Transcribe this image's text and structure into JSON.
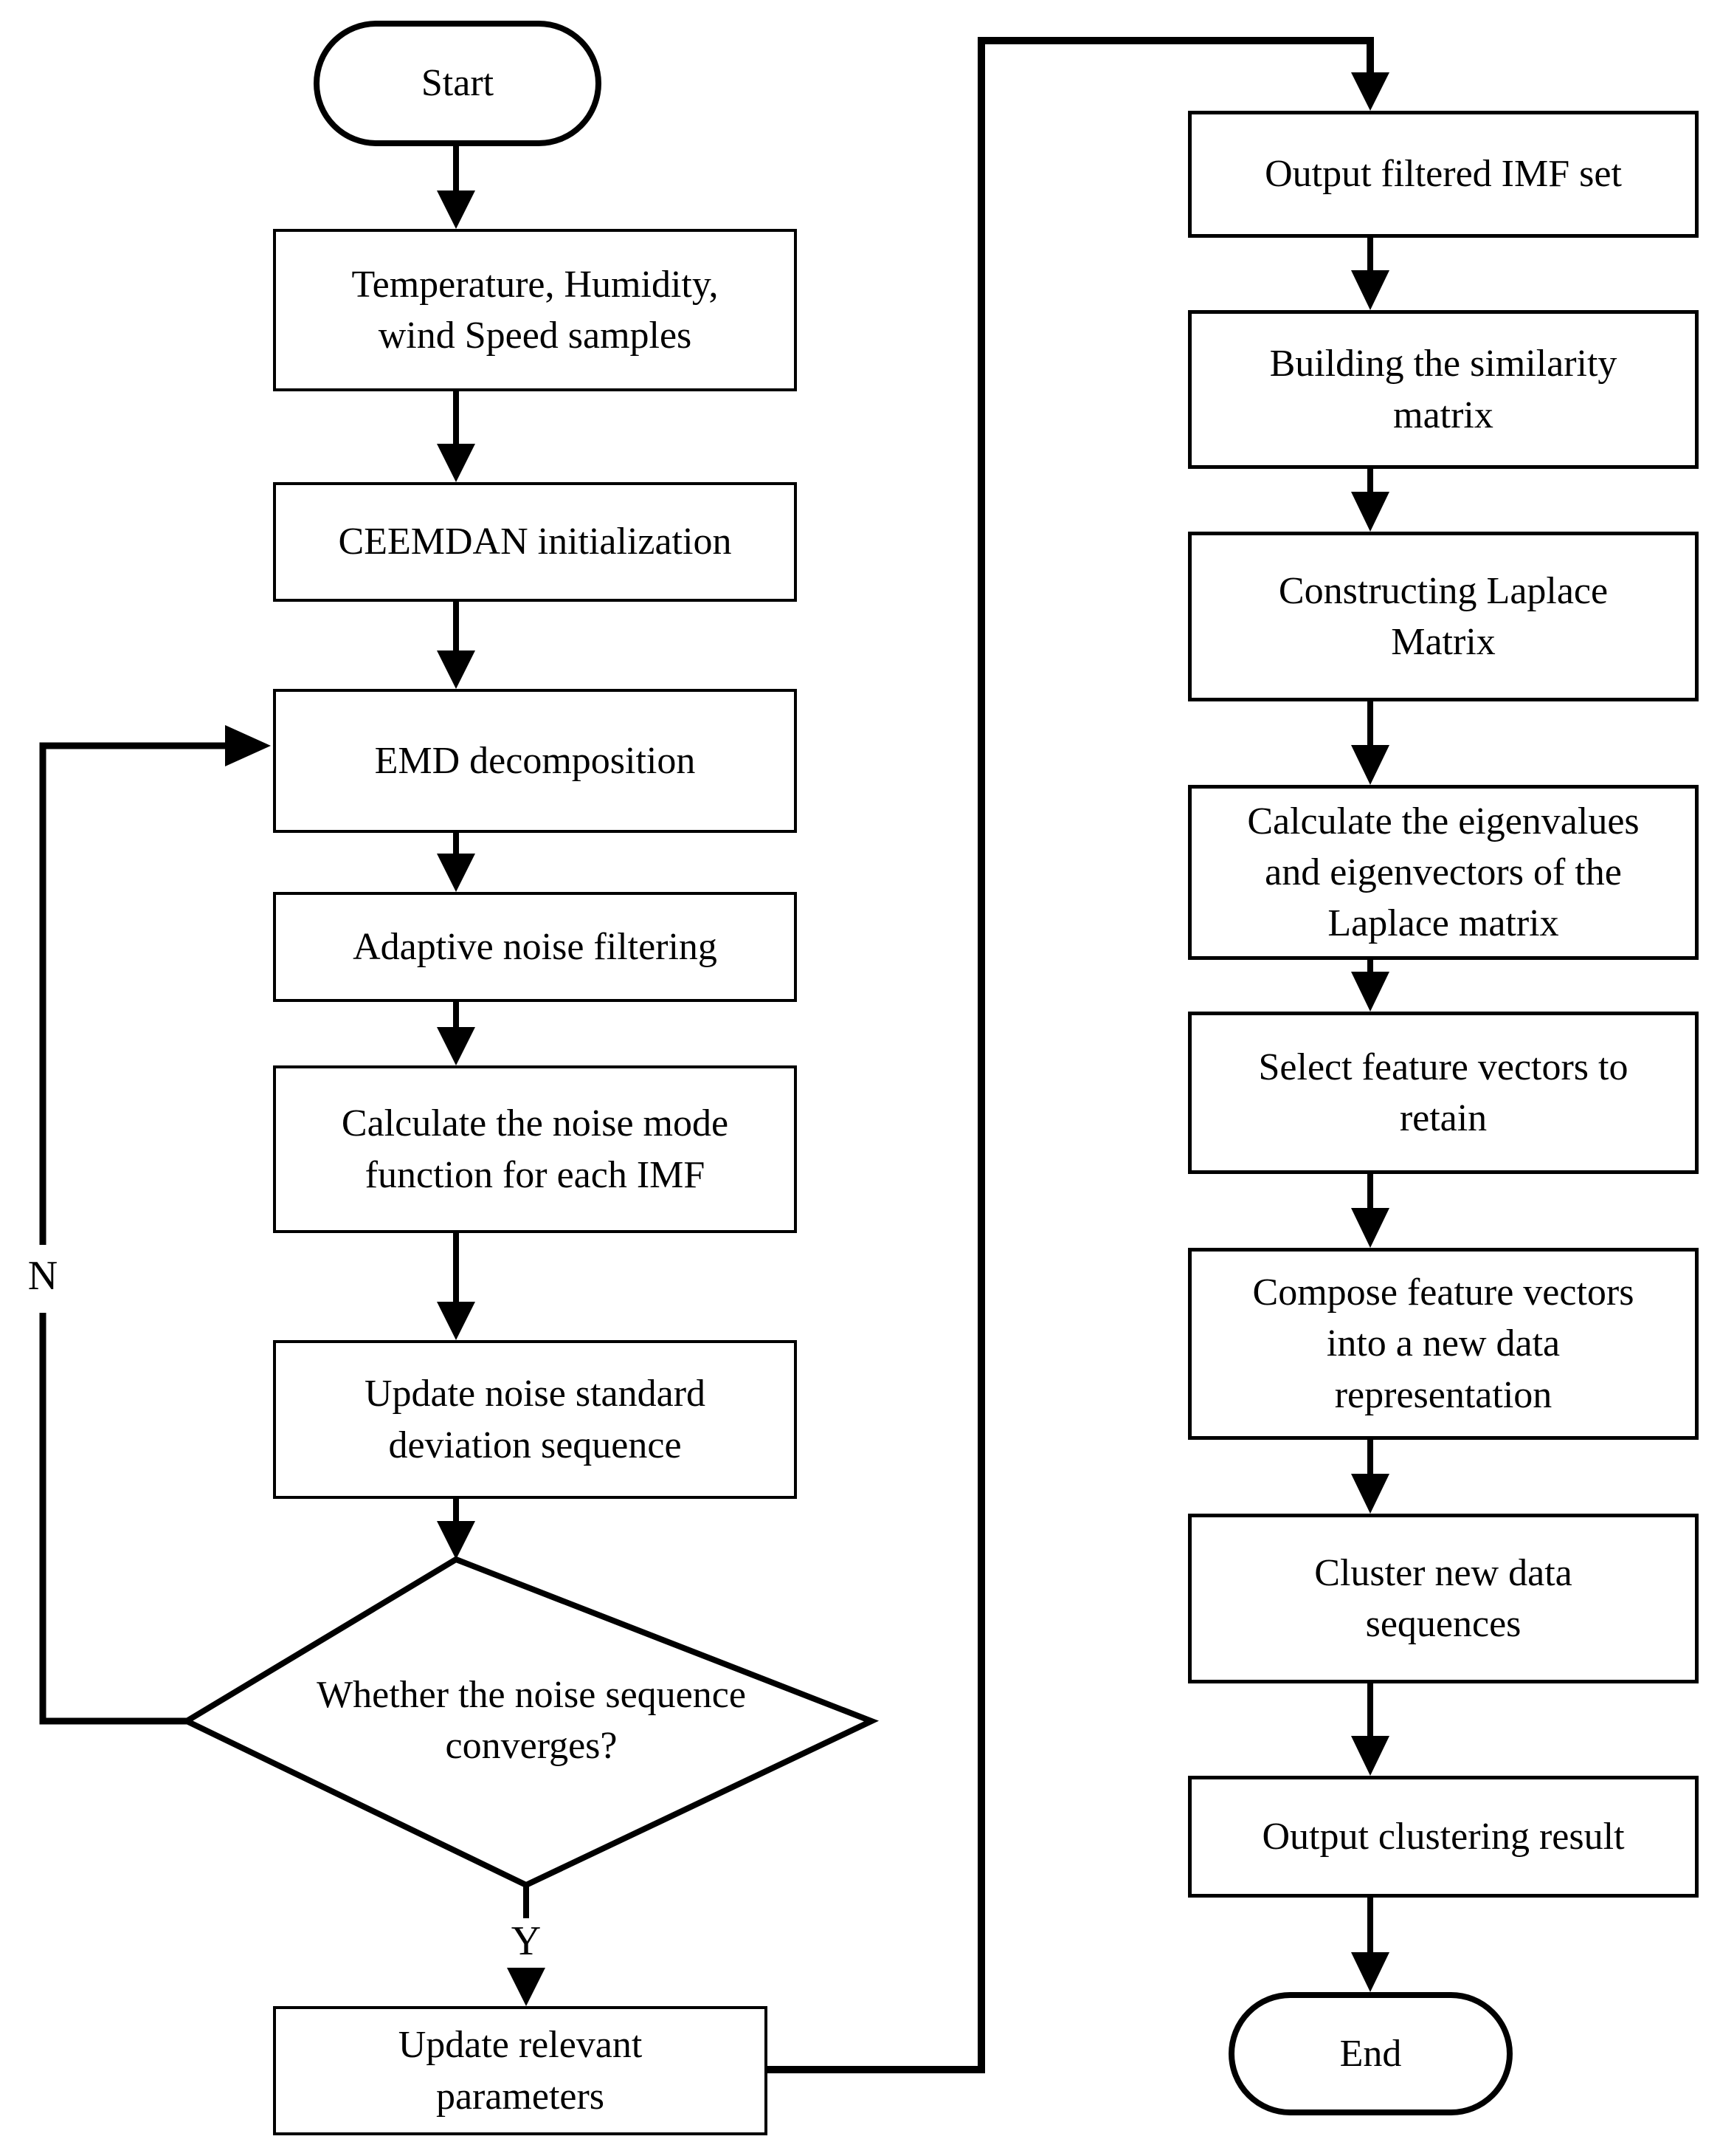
{
  "flowchart": {
    "nodes": {
      "start": "Start",
      "samples": "Temperature, Humidity,\nwind Speed samples",
      "ceemdan_init": "CEEMDAN initialization",
      "emd_decomposition": "EMD decomposition",
      "adaptive_noise_filtering": "Adaptive noise filtering",
      "calc_noise_mode": "Calculate the noise mode\nfunction for each IMF",
      "update_noise_std": "Update noise standard\ndeviation sequence",
      "noise_converges_decision": "Whether the noise  sequence\nconverges?",
      "update_parameters": "Update relevant\nparameters",
      "output_imf_set": "Output filtered IMF set",
      "build_similarity_matrix": "Building the similarity\nmatrix",
      "construct_laplace_matrix": "Constructing Laplace\nMatrix",
      "calc_eigen": "Calculate the eigenvalues\nand eigenvectors of the\nLaplace matrix",
      "select_feature_vectors": "Select feature vectors to\nretain",
      "compose_feature_vectors": "Compose feature vectors\ninto a new data\nrepresentation",
      "cluster_sequences": "Cluster new data\nsequences",
      "output_clustering_result": "Output clustering result",
      "end": "End"
    },
    "edge_labels": {
      "yes": "Y",
      "no": "N"
    },
    "colors": {
      "stroke": "#000000",
      "background": "#ffffff"
    }
  }
}
